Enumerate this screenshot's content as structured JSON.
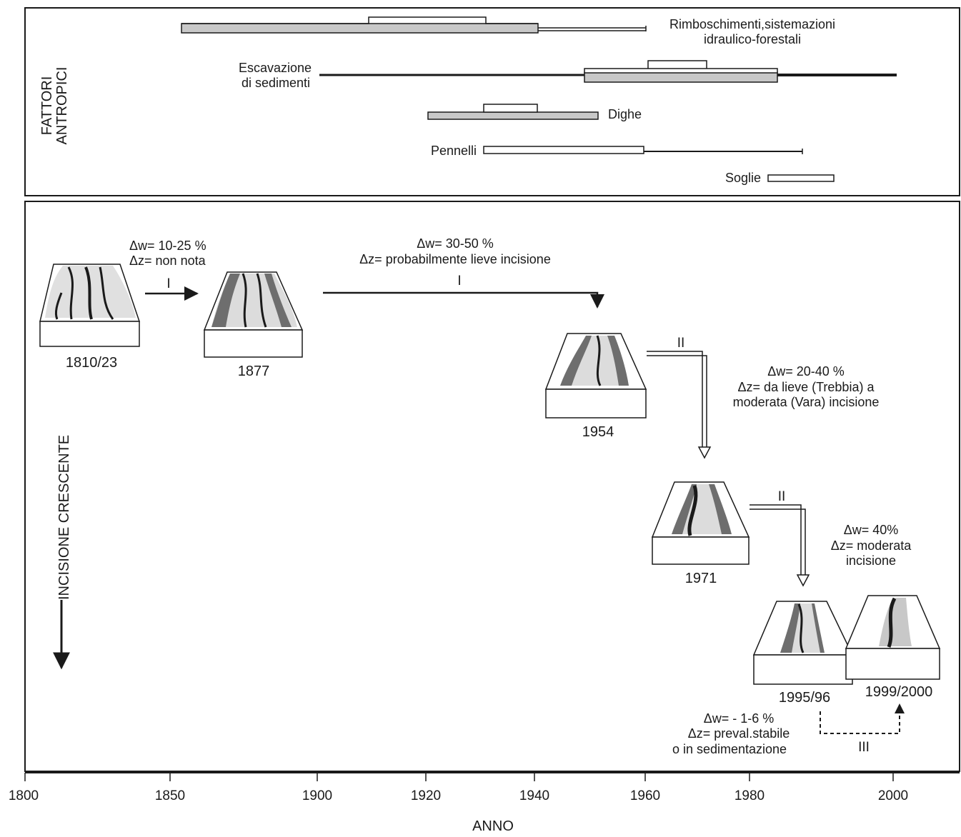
{
  "top_panel": {
    "side_label": [
      "FATTORI",
      "ANTROPICI"
    ],
    "factors": [
      {
        "id": "rimboschimenti",
        "label": [
          "Rimboschimenti,sistemazioni",
          "idraulico-forestali"
        ]
      },
      {
        "id": "escavazione",
        "label": [
          "Escavazione",
          "di sedimenti"
        ]
      },
      {
        "id": "dighe",
        "label": [
          "Dighe"
        ]
      },
      {
        "id": "pennelli",
        "label": [
          "Pennelli"
        ]
      },
      {
        "id": "soglie",
        "label": [
          "Soglie"
        ]
      }
    ]
  },
  "bottom_panel": {
    "axis_arrow_label": "INCISIONE CRESCENTE",
    "snapshots": [
      "1810/23",
      "1877",
      "1954",
      "1971",
      "1995/96",
      "1999/2000"
    ],
    "transitions": [
      {
        "phase": "I",
        "dw": "Δw= 10-25 %",
        "dz": [
          "Δz= non nota"
        ]
      },
      {
        "phase": "I",
        "dw": "Δw= 30-50 %",
        "dz": [
          "Δz= probabilmente lieve incisione"
        ]
      },
      {
        "phase": "II",
        "dw": "Δw= 20-40 %",
        "dz": [
          "Δz=  da lieve (Trebbia) a",
          "moderata (Vara) incisione"
        ]
      },
      {
        "phase": "II",
        "dw": "Δw= 40%",
        "dz": [
          "Δz=  moderata",
          "incisione"
        ]
      },
      {
        "phase": "III",
        "dw": "Δw= - 1-6 %",
        "dz": [
          "Δz= preval.stabile",
          "o in sedimentazione"
        ]
      }
    ]
  },
  "axis": {
    "ticks": [
      "1800",
      "1850",
      "1900",
      "1920",
      "1940",
      "1960",
      "1980",
      "2000"
    ],
    "label": "ANNO"
  },
  "colors": {
    "line": "#1a1a1a",
    "fill_gray": "#c8c8c8",
    "channel_light": "#dcdcdc",
    "channel_dark": "#6e6e6e"
  }
}
